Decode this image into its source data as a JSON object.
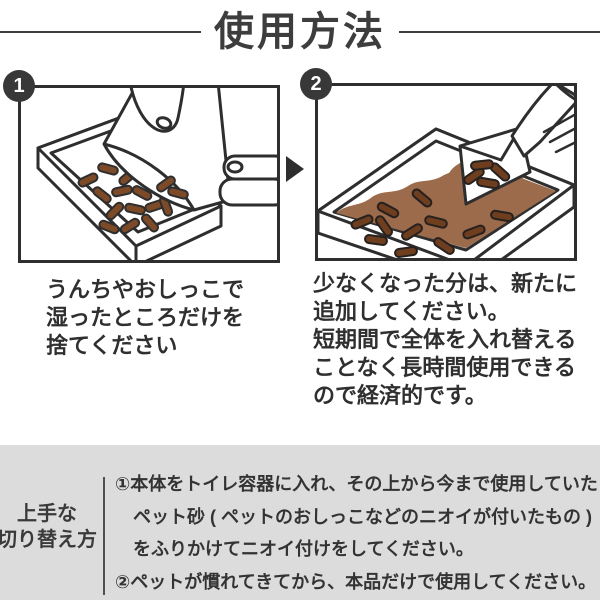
{
  "title": "使用方法",
  "steps": [
    {
      "number": "1",
      "caption": "うんちやおしっこで\n湿ったところだけを\n捨てください",
      "illustration": "hand-scooping-soiled-pellets-from-tray"
    },
    {
      "number": "2",
      "caption": "少なくなった分は、新たに\n追加してください。\n短期間で全体を入れ替える\nことなく長時間使用できる\nので経済的です。",
      "illustration": "scoop-adding-new-pellets-to-full-tray"
    }
  ],
  "switch_guide": {
    "label_line1": "上手な",
    "label_line2": "切り替え方",
    "instructions": [
      "①本体をトイレ容器に入れ、その上から今まで使用していた",
      "ペット砂 ( ペットのおしっこなどのニオイが付いたもの )",
      "をふりかけてニオイ付けをしてください。",
      "②ペットが慣れてきてから、本品だけで使用してください。"
    ]
  },
  "colors": {
    "outline": "#2e2e2e",
    "title_text": "#3d3d3d",
    "body_text": "#333333",
    "badge_bg": "#383838",
    "pellet_brown": "#7d4a28",
    "pellet_dark_brown": "#6e3e1f",
    "litter_bed_brown": "#9c6b4c",
    "bottom_band_gray": "#dcdcdc"
  }
}
